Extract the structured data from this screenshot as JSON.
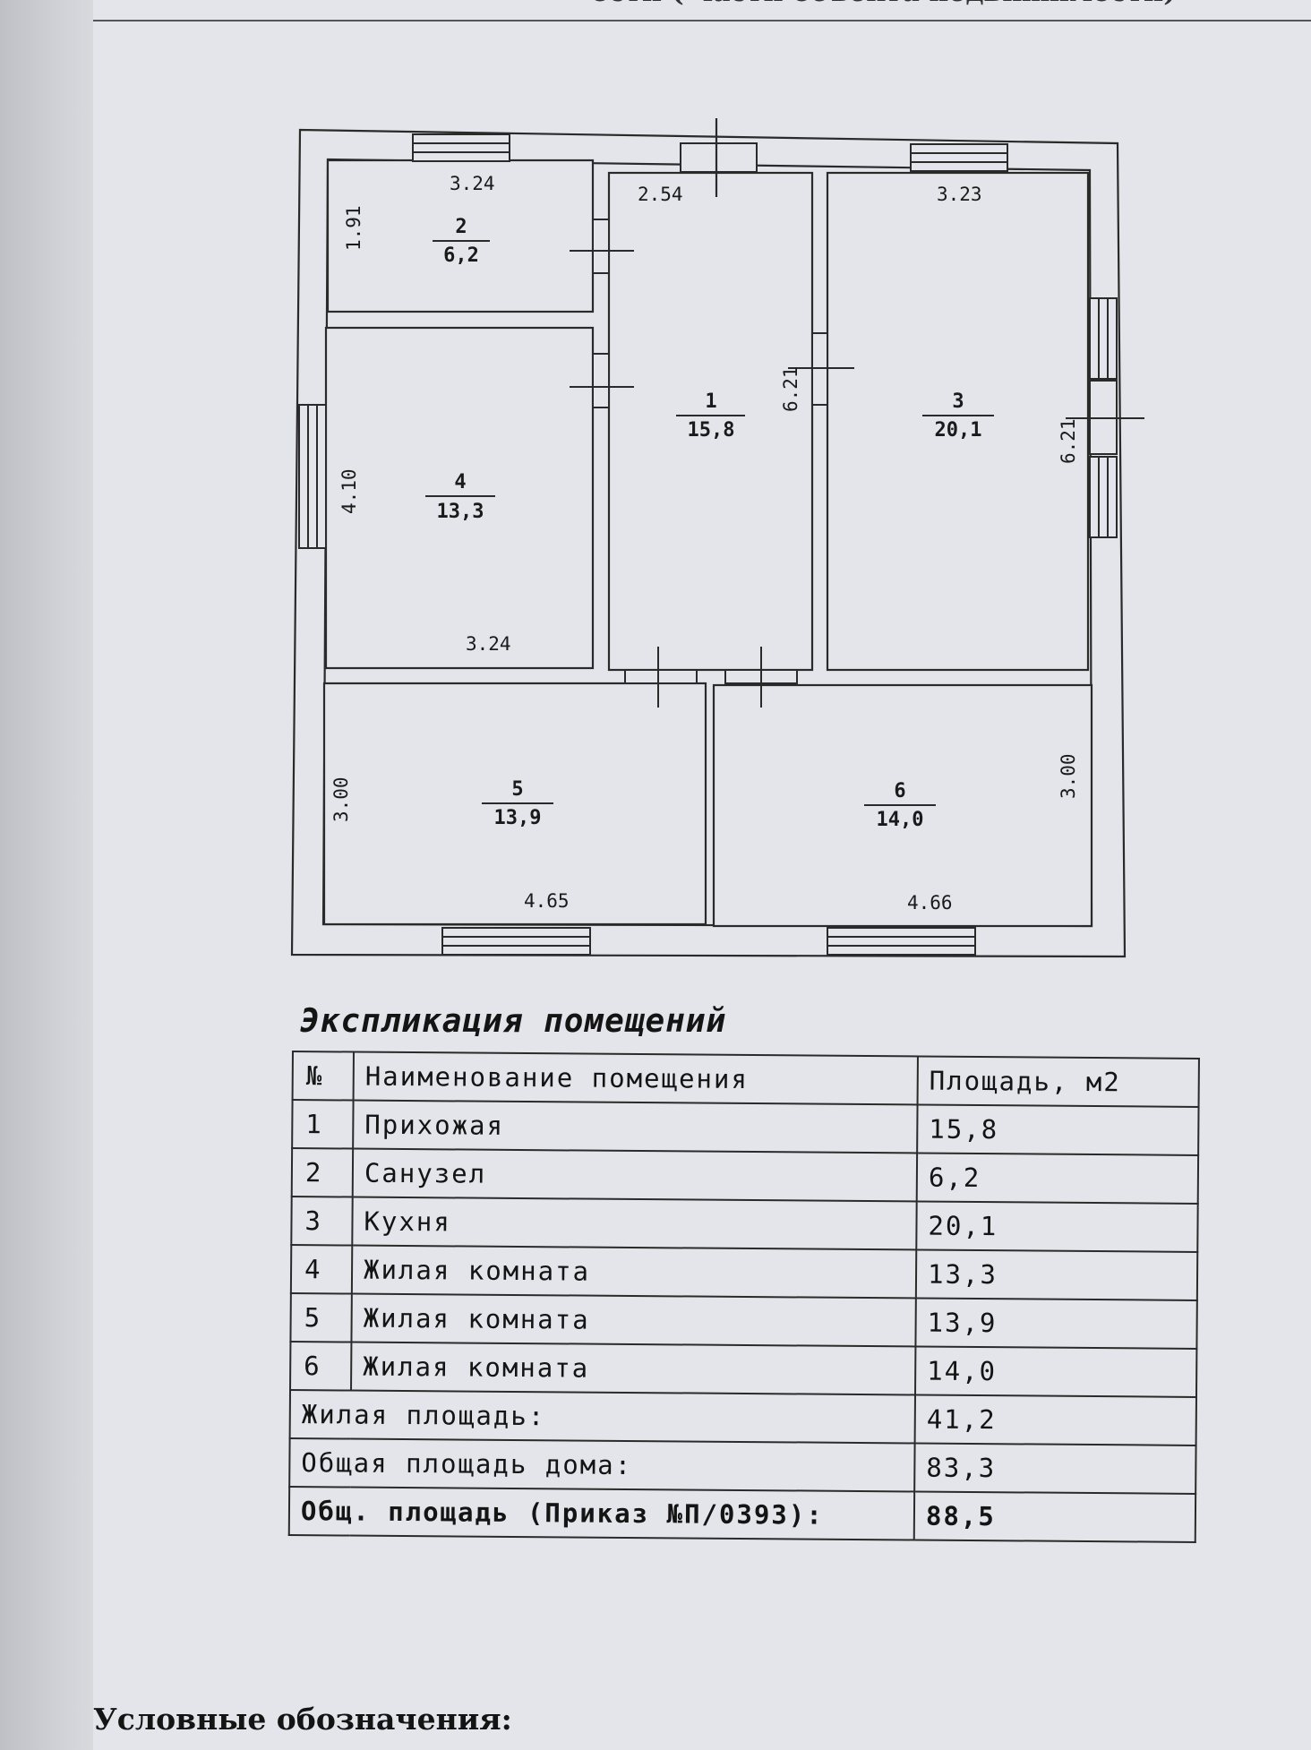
{
  "document": {
    "header_fragment": "ости ( части объекта недвижимости)",
    "legend_title": "Условные обозначения:"
  },
  "plan": {
    "rooms": [
      {
        "number": "1",
        "area": "15,8"
      },
      {
        "number": "2",
        "area": "6,2"
      },
      {
        "number": "3",
        "area": "20,1"
      },
      {
        "number": "4",
        "area": "13,3"
      },
      {
        "number": "5",
        "area": "13,9"
      },
      {
        "number": "6",
        "area": "14,0"
      }
    ],
    "dimensions": {
      "room1_width": "2.54",
      "room1_length": "6.21",
      "room2_width": "3.24",
      "room2_length": "1.91",
      "room3_width": "3.23",
      "room3_length": "6.21",
      "room4_length": "4.10",
      "room4_width": "3.24",
      "room5_length": "3.00",
      "room5_width": "4.65",
      "room6_length": "3.00",
      "room6_width": "4.66"
    }
  },
  "explication": {
    "title": "Экспликация помещений",
    "headers": {
      "num": "№",
      "name": "Наименование помещения",
      "area": "Площадь, м2"
    },
    "rows": [
      {
        "num": "1",
        "name": "Прихожая",
        "area": "15,8"
      },
      {
        "num": "2",
        "name": "Санузел",
        "area": "6,2"
      },
      {
        "num": "3",
        "name": "Кухня",
        "area": "20,1"
      },
      {
        "num": "4",
        "name": "Жилая комната",
        "area": "13,3"
      },
      {
        "num": "5",
        "name": "Жилая комната",
        "area": "13,9"
      },
      {
        "num": "6",
        "name": "Жилая комната",
        "area": "14,0"
      }
    ],
    "summary": [
      {
        "label": "Жилая площадь:",
        "value": "41,2"
      },
      {
        "label": "Общая площадь дома:",
        "value": "83,3"
      },
      {
        "label": "Общ. площадь (Приказ №П/0393):",
        "value": "88,5"
      }
    ]
  }
}
